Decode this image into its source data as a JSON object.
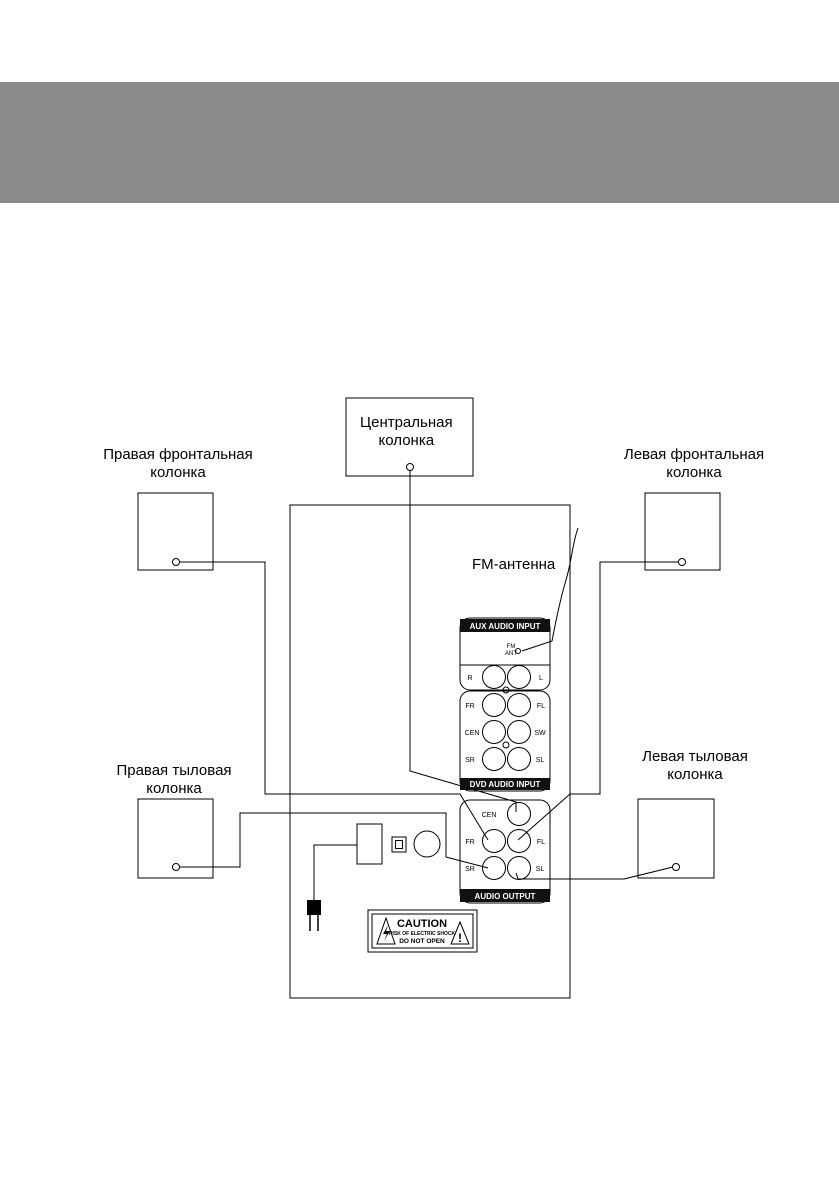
{
  "labels": {
    "center_speaker": [
      "Центральная",
      "колонка"
    ],
    "front_right_speaker": [
      "Правая фронтальная",
      "колонка"
    ],
    "front_left_speaker": [
      "Левая фронтальная",
      "колонка"
    ],
    "rear_right_speaker": [
      "Правая тыловая",
      "колонка"
    ],
    "rear_left_speaker": [
      "Левая тыловая",
      "колонка"
    ],
    "fm_antenna": "FM-антенна"
  },
  "panel": {
    "aux_input_title": "AUX AUDIO INPUT",
    "fm_ant_line1": "FM",
    "fm_ant_line2": "ANT",
    "aux_r": "R",
    "aux_l": "L",
    "dvd_fr": "FR",
    "dvd_fl": "FL",
    "dvd_cen": "CEN",
    "dvd_sw": "SW",
    "dvd_sr": "SR",
    "dvd_sl": "SL",
    "dvd_input_title": "DVD AUDIO INPUT",
    "out_cen": "CEN",
    "out_fr": "FR",
    "out_fl": "FL",
    "out_sr": "SR",
    "out_sl": "SL",
    "audio_output_title": "AUDIO OUTPUT"
  },
  "caution": {
    "title": "CAUTION",
    "line1": "RISK OF ELECTRIC SHOCK",
    "line2": "DO  NOT  OPEN"
  },
  "colors": {
    "header_band": "#8a8b8d",
    "line": "#000000",
    "label_bar": "#111111"
  }
}
